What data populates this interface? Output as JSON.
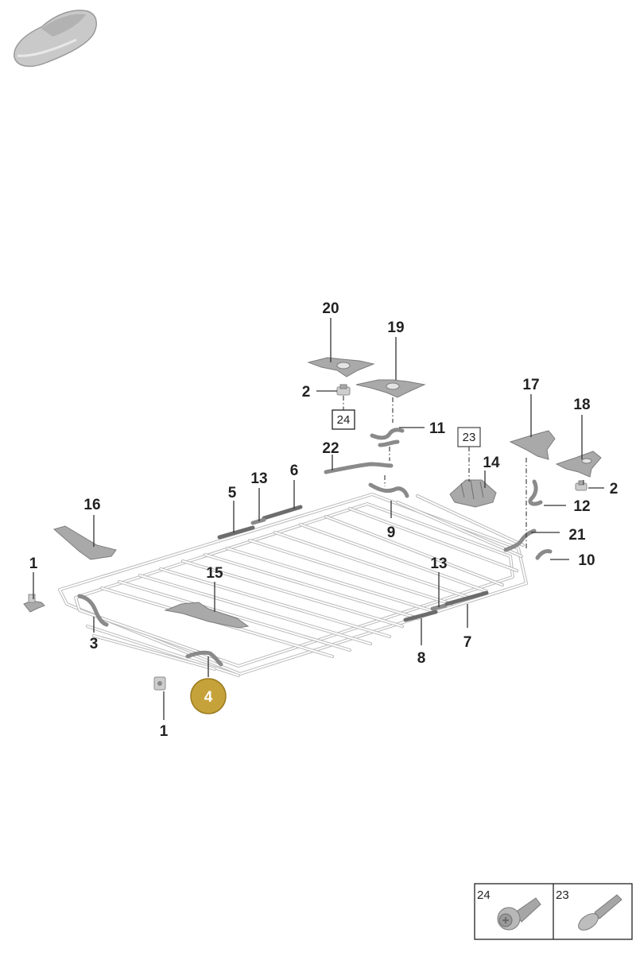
{
  "callouts": {
    "c1a": "1",
    "c1b": "1",
    "c2a": "2",
    "c2b": "2",
    "c3": "3",
    "c4": "4",
    "c5": "5",
    "c6": "6",
    "c7": "7",
    "c8": "8",
    "c9": "9",
    "c10": "10",
    "c11": "11",
    "c12": "12",
    "c13a": "13",
    "c13b": "13",
    "c14": "14",
    "c15": "15",
    "c16": "16",
    "c17": "17",
    "c18": "18",
    "c19": "19",
    "c20": "20",
    "c21": "21",
    "c22": "22"
  },
  "boxed_refs": {
    "b24": "24",
    "b23": "23"
  },
  "legend": {
    "cell1": "24",
    "cell2": "23"
  },
  "highlight": {
    "label": "4",
    "color": "#c6a23a"
  },
  "icons": [
    "car-thumbnail-icon",
    "screw-icon",
    "bolt-icon"
  ]
}
